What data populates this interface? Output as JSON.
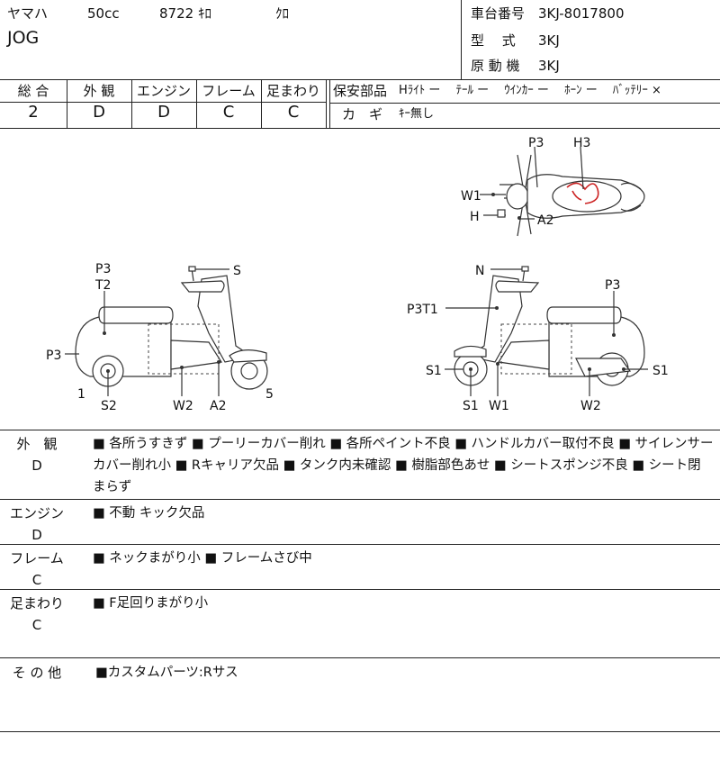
{
  "header": {
    "maker": "ヤマハ",
    "displacement": "50cc",
    "mileage": "8722 ｷﾛ",
    "color": "ｸﾛ",
    "model": "JOG",
    "frame_no_label": "車台番号",
    "frame_no": "3KJ-8017800",
    "type_label": "型　 式",
    "type_value": "3KJ",
    "engine_label": "原 動 機",
    "engine_value": "3KJ"
  },
  "grades": {
    "headers": [
      "総 合",
      "外 観",
      "エンジン",
      "フレーム",
      "足まわり"
    ],
    "values": [
      "2",
      "D",
      "D",
      "C",
      "C"
    ]
  },
  "safety": {
    "label": "保安部品",
    "items": "Hﾗｲﾄ ー　 ﾃｰﾙ ー　 ｳｲﾝｶｰ ー　 ﾎｰﾝ ー　 ﾊﾞｯﾃﾘｰ ×",
    "key_label": "カ　ギ",
    "key_value": "ｷｰ無し"
  },
  "diagram": {
    "top": {
      "p3": "P3",
      "h3": "H3",
      "w1": "W1",
      "h": "H",
      "a2": "A2"
    },
    "left": {
      "p3t": "P3",
      "t2": "T2",
      "s": "S",
      "p3": "P3",
      "n1": "1",
      "s2": "S2",
      "w2": "W2",
      "a2": "A2",
      "n5": "5"
    },
    "right": {
      "n": "N",
      "p3": "P3",
      "p3t1": "P3T1",
      "s1a": "S1",
      "s1b": "S1",
      "w1": "W1",
      "s1c": "S1",
      "w2": "W2"
    }
  },
  "sections": [
    {
      "label": "外　観",
      "grade": "D",
      "text": "■ 各所うすきず ■ プーリーカバー削れ ■ 各所ペイント不良 ■ ハンドルカバー取付不良 ■ サイレンサーカバー削れ小 ■ Rキャリア欠品 ■ タンク内未確認 ■ 樹脂部色あせ ■ シートスポンジ不良 ■ シート閉まらず"
    },
    {
      "label": "エンジン",
      "grade": "D",
      "text": "■ 不動 キック欠品"
    },
    {
      "label": "フレーム",
      "grade": "C",
      "text": "■ ネックまがり小 ■ フレームさび中"
    },
    {
      "label": "足まわり",
      "grade": "C",
      "text": "■ F足回りまがり小"
    },
    {
      "label": "そ の 他",
      "grade": "",
      "text": "■カスタムパーツ:Rサス"
    }
  ],
  "colors": {
    "damage_mark": "#cc2222",
    "border": "#222222"
  }
}
